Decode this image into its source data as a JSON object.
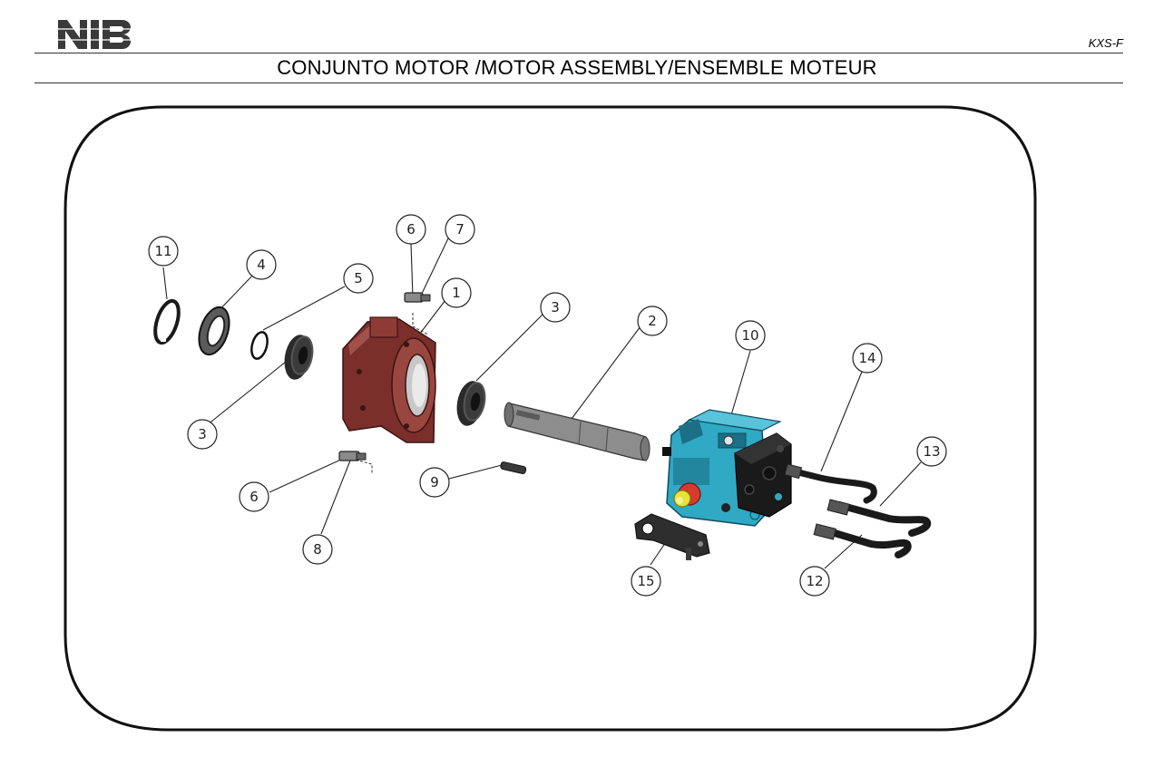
{
  "header": {
    "logo_text": "NIB",
    "doc_ref": "KXS-F",
    "title": "CONJUNTO MOTOR /MOTOR ASSEMBLY/ENSEMBLE MOTEUR"
  },
  "callouts": [
    {
      "id": "c11",
      "label": "11"
    },
    {
      "id": "c4",
      "label": "4"
    },
    {
      "id": "c5",
      "label": "5"
    },
    {
      "id": "c6a",
      "label": "6"
    },
    {
      "id": "c7",
      "label": "7"
    },
    {
      "id": "c1",
      "label": "1"
    },
    {
      "id": "c3a",
      "label": "3"
    },
    {
      "id": "c3b",
      "label": "3"
    },
    {
      "id": "c2",
      "label": "2"
    },
    {
      "id": "c10",
      "label": "10"
    },
    {
      "id": "c14",
      "label": "14"
    },
    {
      "id": "c13",
      "label": "13"
    },
    {
      "id": "c6b",
      "label": "6"
    },
    {
      "id": "c8",
      "label": "8"
    },
    {
      "id": "c9",
      "label": "9"
    },
    {
      "id": "c15",
      "label": "15"
    },
    {
      "id": "c12",
      "label": "12"
    }
  ],
  "colors": {
    "housing": "#8e3b36",
    "motor": "#2fa9c4",
    "motor_dark": "#1b6f86",
    "shaft": "#8f8f8f",
    "rubber": "#222222",
    "valve_block": "#1a1a1a",
    "plug": "#e8e23a"
  }
}
